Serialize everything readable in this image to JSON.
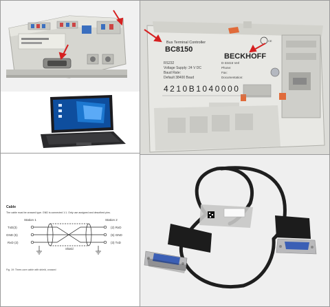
{
  "controller": {
    "title": "Bus Terminal Controller",
    "model": "BC8150",
    "brand": "BECKHOFF",
    "iface": "RS232",
    "supply": "Voltage Supply: 24 V DC",
    "baud_label": "Baud Rate:",
    "baud_default": "Default 38400 Baud",
    "address_line1": "D-33415 Verl",
    "address_line2": "Phone:",
    "address_line3": "Fax:",
    "address_line4": "Documentation:",
    "serial": "4210B1040000",
    "colors": {
      "arrow": "#d62020",
      "casing": "#dcdcd6"
    }
  },
  "diagram": {
    "heading": "Cable",
    "description": "The cable must be crossed type. GND is connected 1:1. Only use assigned and described pins.",
    "station1": "Station 1",
    "station2": "Station 2",
    "left_pins": [
      "TxD(3)",
      "GND (5)",
      "RxD (2)"
    ],
    "right_pins": [
      "(2) RxD",
      "(5) GND",
      "(3) TxD"
    ],
    "shield": "Shield",
    "caption": "Fig. 19: Three-core cable with shield, crossed"
  },
  "cable": {
    "label_line1": "",
    "label_line2": ""
  },
  "icons": [
    "arrow-icon",
    "laptop-icon",
    "db9-connector-icon"
  ]
}
